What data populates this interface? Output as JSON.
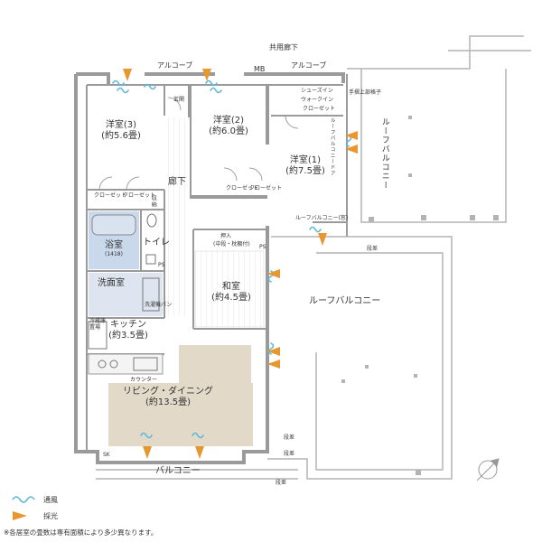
{
  "rooms": {
    "western3": {
      "name": "洋室(3)",
      "size": "(約5.6畳)"
    },
    "western2": {
      "name": "洋室(2)",
      "size": "(約6.0畳)"
    },
    "western1": {
      "name": "洋室(1)",
      "size": "(約7.5畳)"
    },
    "washitsu": {
      "name": "和室",
      "size": "(約4.5畳)"
    },
    "kitchen": {
      "name": "キッチン",
      "size": "(約3.5畳)"
    },
    "living": {
      "name": "リビング・ダイニング",
      "size": "(約13.5畳)"
    },
    "bath": {
      "name": "浴室",
      "size": "(1418)"
    },
    "toilet": {
      "name": "トイレ"
    },
    "washroom": {
      "name": "洗面室"
    },
    "hallway": {
      "name": "廊下"
    }
  },
  "labels": {
    "common_hall": "共用廊下",
    "alcove_left": "アルコーブ",
    "alcove_right": "アルコーブ",
    "mb": "MB",
    "genkan": "玄関",
    "shoes": "シューズイン",
    "walkin": "ウォークイン",
    "closet_wic": "クローゼット",
    "handrail": "手摺上部格子",
    "closet_a": "クローゼット",
    "closet_b": "クローゼット",
    "closet_c": "クローゼット",
    "closet_d": "クローゼット",
    "storage": "収納",
    "ps_1": "PS",
    "ps_2": "PS",
    "oshiire": "押入",
    "oshiire_sub": "(中段・枕棚付)",
    "fridge": "冷蔵庫置場",
    "counter": "カウンター",
    "washer": "洗濯機パン",
    "sk": "SK",
    "step_1": "段差",
    "step_2": "段差",
    "step_3": "段差",
    "step_4": "段差",
    "door_1": "ルーフバルコニードア",
    "door_2": "ルーフバルコニー(窓)",
    "roof_balcony_top": "ルーフバルコニー",
    "roof_balcony_main": "ルーフバルコニー",
    "balcony": "バルコニー"
  },
  "legend": {
    "wind": "通風",
    "light": "採光"
  },
  "note": "※各居室の畳数は専有面積により多少異なります。",
  "colors": {
    "wall": "#9a9a9a",
    "floor_tint": "#e2d9c9",
    "bath_fill": "#c9d8ea",
    "wind_arrow": "#5fb7d9",
    "light_arrow": "#e8962e"
  }
}
